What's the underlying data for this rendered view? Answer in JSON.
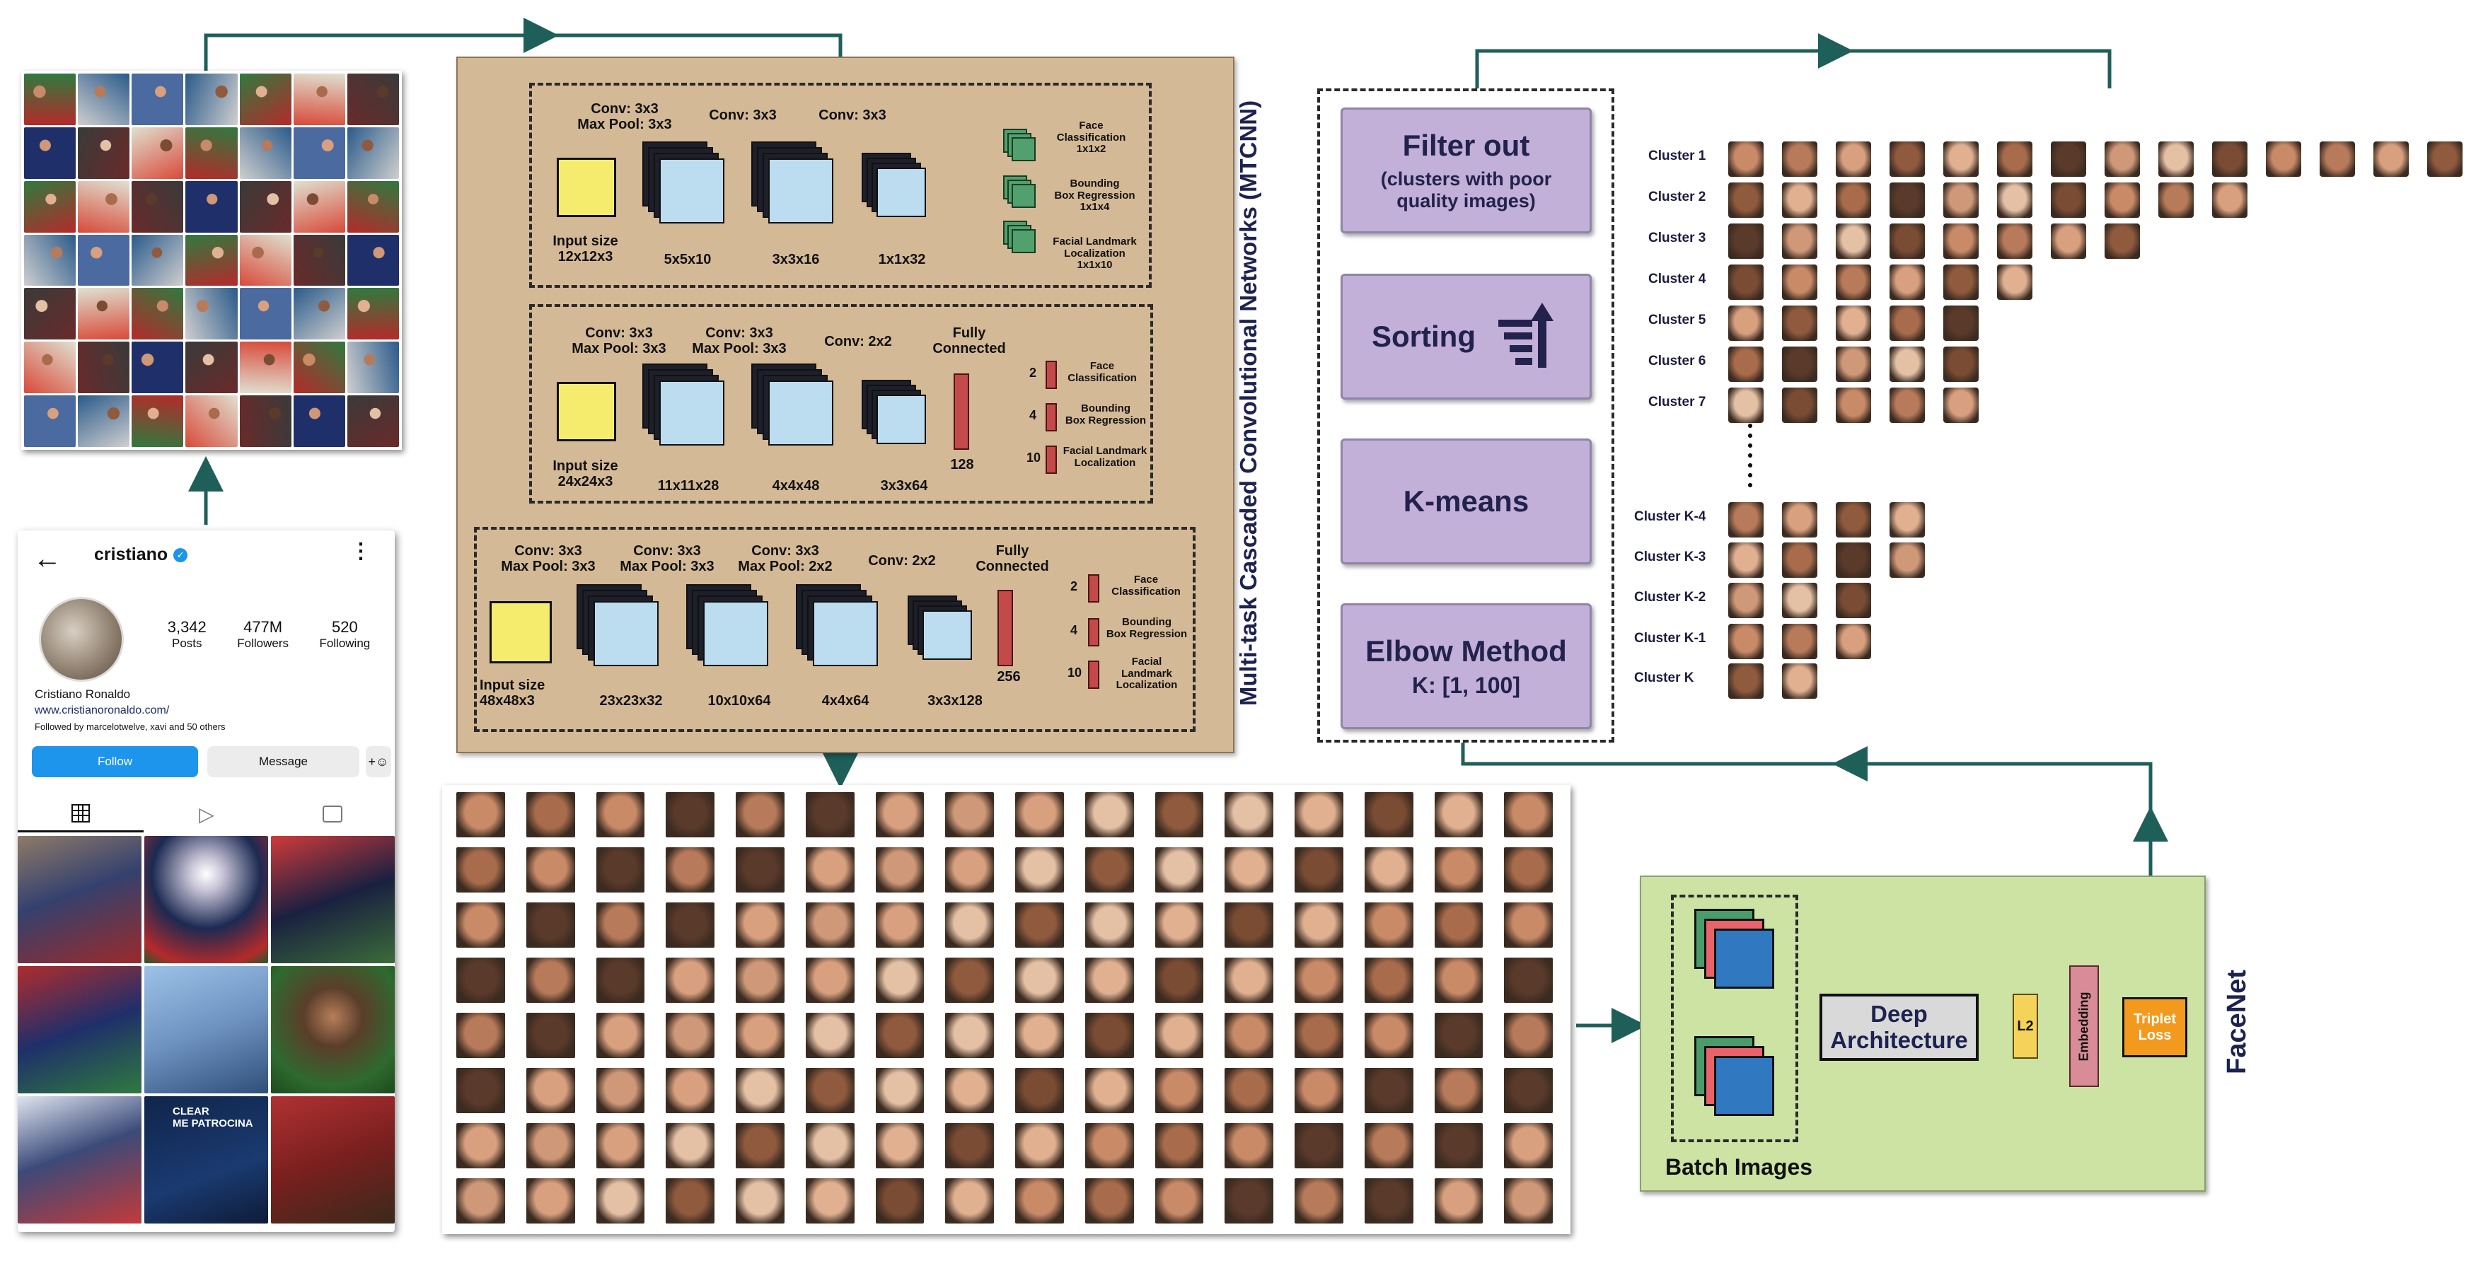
{
  "mtcnn": {
    "title": "Multi-task Cascaded Convolutional Networks (MTCNN)",
    "pnet": {
      "top_labels": [
        "Conv: 3x3\nMax Pool: 3x3",
        "Conv: 3x3",
        "Conv: 3x3"
      ],
      "input_label": "Input size\n12x12x3",
      "dims": [
        "5x5x10",
        "3x3x16",
        "1x1x32"
      ],
      "outputs": [
        "Face\nClassification\n1x1x2",
        "Bounding\nBox Regression\n1x1x4",
        "Facial Landmark\nLocalization\n1x1x10"
      ]
    },
    "rnet": {
      "top_labels": [
        "Conv: 3x3\nMax Pool: 3x3",
        "Conv: 3x3\nMax Pool: 3x3",
        "Conv: 2x2",
        "Fully\nConnected"
      ],
      "input_label": "Input size\n24x24x3",
      "dims": [
        "11x11x28",
        "4x4x48",
        "3x3x64",
        "128"
      ],
      "outputs": [
        {
          "num": "2",
          "label": "Face\nClassification"
        },
        {
          "num": "4",
          "label": "Bounding\nBox Regression"
        },
        {
          "num": "10",
          "label": "Facial Landmark\nLocalization"
        }
      ]
    },
    "onet": {
      "top_labels": [
        "Conv: 3x3\nMax Pool: 3x3",
        "Conv: 3x3\nMax Pool: 3x3",
        "Conv: 3x3\nMax Pool: 2x2",
        "Conv: 2x2",
        "Fully\nConnected"
      ],
      "input_label": "Input size\n48x48x3",
      "dims": [
        "23x23x32",
        "10x10x64",
        "4x4x64",
        "3x3x128",
        "256"
      ],
      "outputs": [
        {
          "num": "2",
          "label": "Face\nClassification"
        },
        {
          "num": "4",
          "label": "Bounding\nBox Regression"
        },
        {
          "num": "10",
          "label": "Facial\nLandmark\nLocalization"
        }
      ]
    }
  },
  "instagram": {
    "username": "cristiano",
    "stats": [
      {
        "value": "3,342",
        "label": "Posts"
      },
      {
        "value": "477M",
        "label": "Followers"
      },
      {
        "value": "520",
        "label": "Following"
      }
    ],
    "name": "Cristiano Ronaldo",
    "link": "www.cristianoronaldo.com/",
    "followed_by": "Followed by marcelotwelve, xavi and 50 others",
    "follow_label": "Follow",
    "message_label": "Message",
    "post_caption": "CLEAR\nME PATROCINA"
  },
  "clustering": {
    "steps": [
      {
        "title": "Filter out",
        "sub": "(clusters with poor\nquality images)"
      },
      {
        "title": "Sorting",
        "sub": ""
      },
      {
        "title": "K-means",
        "sub": ""
      },
      {
        "title": "Elbow Method",
        "sub": "K: [1, 100]"
      }
    ],
    "clusters": [
      {
        "label": "Cluster 1",
        "count": 14
      },
      {
        "label": "Cluster 2",
        "count": 10
      },
      {
        "label": "Cluster 3",
        "count": 8
      },
      {
        "label": "Cluster 4",
        "count": 6
      },
      {
        "label": "Cluster 5",
        "count": 5
      },
      {
        "label": "Cluster 6",
        "count": 5
      },
      {
        "label": "Cluster 7",
        "count": 5
      },
      {
        "label": "Cluster K-4",
        "count": 4
      },
      {
        "label": "Cluster K-3",
        "count": 4
      },
      {
        "label": "Cluster K-2",
        "count": 3
      },
      {
        "label": "Cluster K-1",
        "count": 3
      },
      {
        "label": "Cluster K",
        "count": 2
      }
    ]
  },
  "facenet": {
    "title": "FaceNet",
    "batch_label": "Batch Images",
    "deep_label": "Deep\nArchitecture",
    "l2_label": "L2",
    "embedding_label": "Embedding",
    "triplet_label": "Triplet\nLoss"
  },
  "colors": {
    "arrow": "#1f5f5a",
    "mtcnn_bg": "#d4b996",
    "facenet_bg": "#cce3a4",
    "purple": "#c2b0d8",
    "triplet": "#f39a1e",
    "embedding": "#d98c98"
  }
}
